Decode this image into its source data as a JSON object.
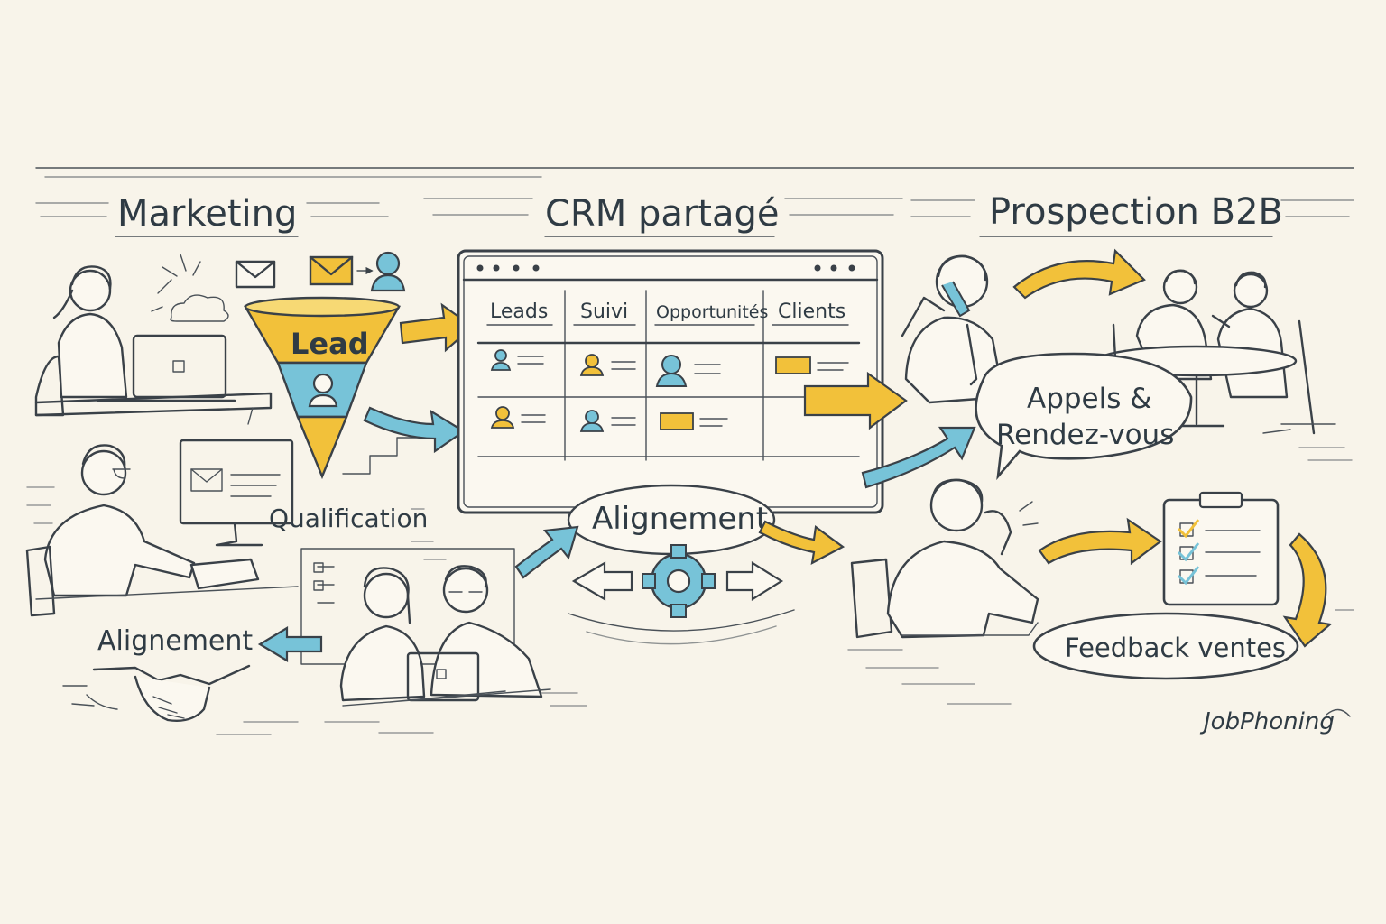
{
  "sections": {
    "marketing": "Marketing",
    "crm": "CRM partagé",
    "prospection": "Prospection B2B"
  },
  "funnel": {
    "label": "Lead",
    "step_label": "Qualification"
  },
  "crm_window": {
    "columns": [
      "Leads",
      "Suivi",
      "Opportunités",
      "Clients"
    ]
  },
  "labels": {
    "alignement_center": "Alignement",
    "alignement_left": "Alignement",
    "appels": "Appels &",
    "rendez_vous": "Rendez-vous",
    "feedback": "Feedback ventes"
  },
  "brand": "JobPhoning",
  "colors": {
    "yellow": "#f2c13a",
    "blue": "#77c3d8",
    "ink": "#3a4148",
    "paper": "#f8f4ea"
  }
}
